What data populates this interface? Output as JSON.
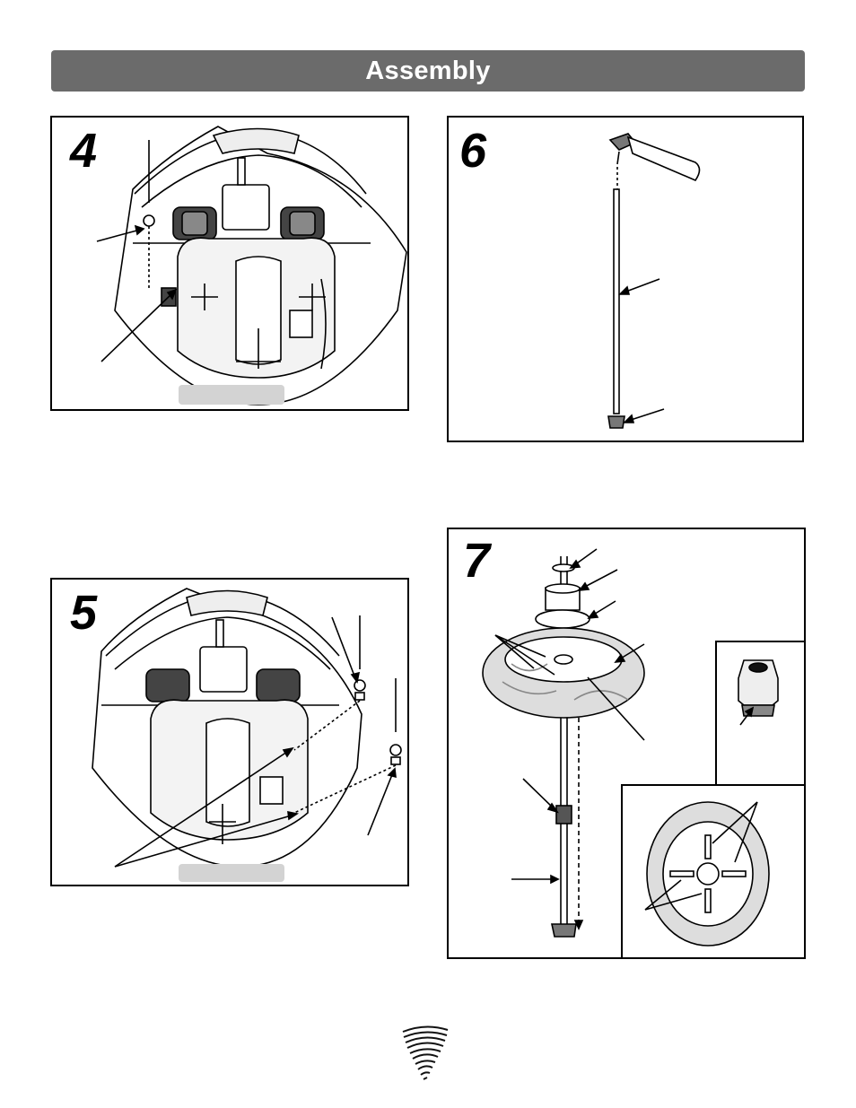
{
  "header": {
    "title": "Assembly"
  },
  "steps": [
    {
      "number": "4"
    },
    {
      "number": "5"
    },
    {
      "number": "6"
    },
    {
      "number": "7"
    }
  ],
  "colors": {
    "header_background": "#6b6b6b",
    "header_text": "#ffffff",
    "label_pill": "#d3d3d3"
  },
  "icons": {
    "footer_logo": "tornado-logo-icon"
  }
}
